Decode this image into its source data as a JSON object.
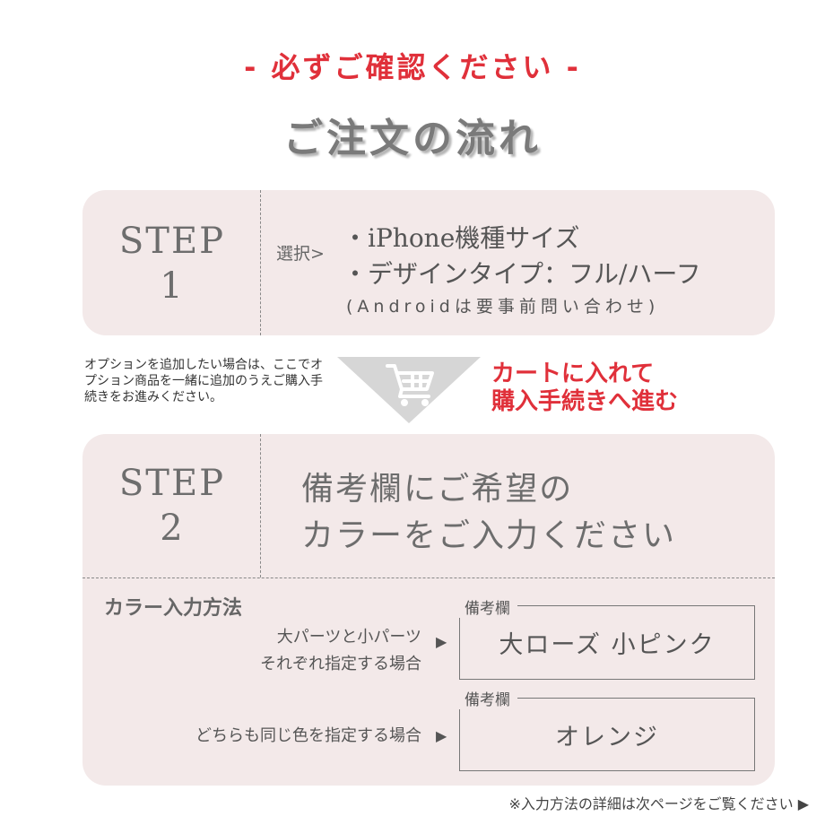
{
  "notice": "- 必ずご確認ください -",
  "title": "ご注文の流れ",
  "step1": {
    "label_word": "STEP",
    "label_num": "1",
    "select_label": "選択>",
    "line1": "・iPhone機種サイズ",
    "line2": "・デザインタイプ：フル/ハーフ",
    "note": "(Androidは要事前問い合わせ)"
  },
  "transition": {
    "option_note": "オプションを追加したい場合は、ここでオプション商品を一緒に追加のうえご購入手続きをお進みください。",
    "cart_line1": "カートに入れて",
    "cart_line2": "購入手続きへ進む",
    "icon": "cart-icon"
  },
  "step2": {
    "label_word": "STEP",
    "label_num": "2",
    "line1": "備考欄にご希望の",
    "line2": "カラーをご入力ください"
  },
  "method": {
    "title": "カラー入力方法",
    "cases": [
      {
        "line1": "大パーツと小パーツ",
        "line2": "それぞれ指定する場合",
        "arrow": "▶",
        "box_label": "備考欄",
        "box_value": "大ローズ 小ピンク"
      },
      {
        "line1": "どちらも同じ色を指定する場合",
        "arrow": "▶",
        "box_label": "備考欄",
        "box_value": "オレンジ"
      }
    ]
  },
  "footer": "※入力方法の詳細は次ページをご覧ください ▶",
  "colors": {
    "accent_red": "#e0303a",
    "panel_bg": "#f3e9e9",
    "arrow_gray": "#d6d6d6"
  }
}
